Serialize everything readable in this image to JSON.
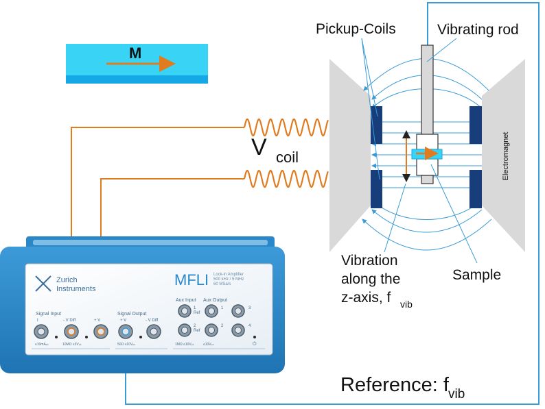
{
  "labels": {
    "magnetization": "M",
    "pickup_coils": "Pickup-Coils",
    "vibrating_rod": "Vibrating rod",
    "v_coil_main": "V",
    "v_coil_sub": "coil",
    "electromagnet": "Electromagnet",
    "vibration_line1": "Vibration",
    "vibration_line2": "along the",
    "vibration_line3_main": "z-axis, f",
    "vibration_line3_sub": "vib",
    "sample": "Sample",
    "reference_main": "Reference: f",
    "reference_sub": "vib"
  },
  "instrument": {
    "brand_line1": "Zurich",
    "brand_line2": "Instruments",
    "model": "MFLI",
    "spec_line1": "Lock-in Amplifier",
    "spec_line2": "500 kHz / 5 MHz",
    "spec_line3": "60 MSa/s",
    "signal_input": "Signal Input",
    "signal_output": "Signal Output",
    "aux_input": "Aux Input",
    "aux_output": "Aux Output",
    "port_i": "I",
    "port_minus_v_diff": "- V Diff",
    "port_plus_v": "+ V",
    "port_out_plus_v": "+ V",
    "port_out_minus_v_diff": "- V Diff",
    "ref_label": "Ref",
    "num_1": "1",
    "num_2": "2",
    "num_3": "3",
    "num_4": "4",
    "spec_bottom_1": "≤10mAₚₖ",
    "spec_bottom_2": "10MΩ ≤3Vₚₖ",
    "spec_bottom_3": "50Ω ≤10Vₚₖ",
    "spec_bottom_4": "1MΩ ≤10Vₚₖ",
    "spec_bottom_5": "≤10Vₚₖ"
  },
  "colors": {
    "wire": "#e07b1f",
    "reference_line": "#3a9bd5",
    "instrument_body": "#2a87c8",
    "coil_block": "#173e7a",
    "film_top": "#38d3f5",
    "film_bottom": "#14a9e6",
    "magnet_grey": "#d9d9d9"
  }
}
